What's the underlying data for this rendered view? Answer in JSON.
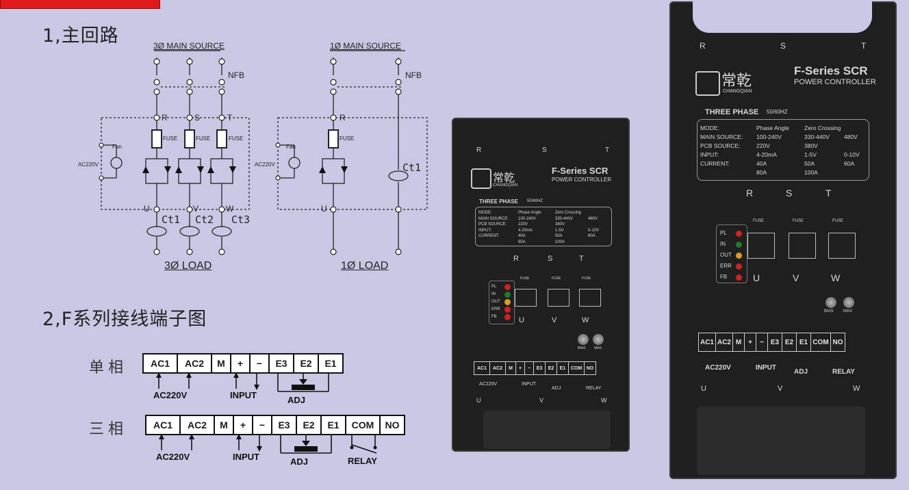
{
  "section1": {
    "title": "1,主回路"
  },
  "section2": {
    "title": "2,F系列接线端子图"
  },
  "diagram3": {
    "source": "3Ø MAIN SOURCE",
    "nfb": "NFB",
    "phases": [
      "R",
      "S",
      "T"
    ],
    "outputs": [
      "U",
      "V",
      "W"
    ],
    "fuse": "FUSE",
    "fan": "Fan",
    "ac": "AC220V",
    "ct": [
      "Ct1",
      "Ct2",
      "Ct3"
    ],
    "load": "3Ø LOAD"
  },
  "diagram1": {
    "source": "1Ø MAIN SOURCE",
    "nfb": "NFB",
    "phase": "R",
    "output": "U",
    "fuse": "FUSE",
    "fan": "Fan",
    "ac": "AC220V",
    "ct": "Ct1",
    "load": "1Ø LOAD"
  },
  "terminals": {
    "single_label": "单相",
    "three_label": "三相",
    "single": [
      "AC1",
      "AC2",
      "M",
      "+",
      "−",
      "E3",
      "E2",
      "E1"
    ],
    "three": [
      "AC1",
      "AC2",
      "M",
      "+",
      "−",
      "E3",
      "E2",
      "E1",
      "COM",
      "NO"
    ],
    "ac220v": "AC220V",
    "input": "INPUT",
    "adj": "ADJ",
    "relay": "RELAY"
  },
  "device": {
    "phases": [
      "R",
      "S",
      "T"
    ],
    "outputs": [
      "U",
      "V",
      "W"
    ],
    "brand_cn": "常乾",
    "brand_en": "CHANGQIAN",
    "series": "F-Series SCR",
    "sub": "POWER CONTROLLER",
    "three_phase": "THREE PHASE",
    "freq": "50/60HZ",
    "spec_labels": [
      "MODE:",
      "MAIN SOURCE:",
      "PCB SOURCE:",
      "INPUT:",
      "CURRENT:"
    ],
    "spec_mode": [
      "Phase Angle",
      "Zero Crossing"
    ],
    "spec_main": [
      "100-240V",
      "330-440V",
      "480V"
    ],
    "spec_pcb": [
      "220V",
      "380V"
    ],
    "spec_input": [
      "4-20mA",
      "1-5V",
      "0-10V"
    ],
    "spec_current": [
      "40A",
      "50A",
      "60A",
      "80A",
      "100A"
    ],
    "fuse": "FUSE",
    "leds": [
      "PL",
      "IN",
      "OUT",
      "ERR",
      "FB"
    ],
    "knobs": [
      "BIAS",
      "MAX"
    ],
    "terminals": [
      "AC1",
      "AC2",
      "M",
      "+",
      "−",
      "E3",
      "E2",
      "E1",
      "COM",
      "NO"
    ],
    "ac220v": "AC220V",
    "input": "INPUT",
    "adj": "ADJ",
    "relay": "RELAY"
  },
  "colors": {
    "background": "#c9c8e4",
    "accent_red": "#e01b1b",
    "device_body": "#1f1f1f",
    "led_red": "#d22020",
    "led_green": "#1f7a2a",
    "led_yellow": "#d8a020"
  }
}
